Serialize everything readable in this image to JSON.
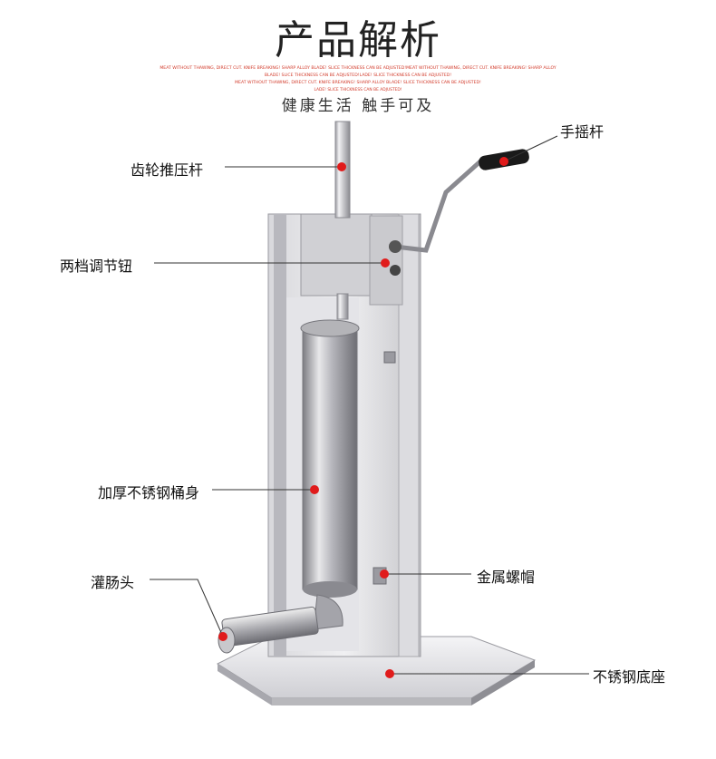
{
  "heading": "产品解析",
  "fine_print": [
    "MEAT WITHOUT THAWING, DIRECT CUT. KNIFE BREAKING! SHARP ALLOY BLADE! SLICE THICKNESS CAN BE ADJUSTED!MEAT WITHOUT THAWING, DIRECT CUT. KNIFE BREAKING! SHARP ALLOY",
    "BLADE! SLICE THICKNESS CAN BE ADJUSTED!LADE! SLICE THICKNESS CAN BE ADJUSTED!",
    "MEAT WITHOUT THAWING, DIRECT CUT. KNIFE BREAKING! SHARP ALLOY BLADE! SLICE THICKNESS CAN BE ADJUSTED!",
    "LADE! SLICE THICKNESS CAN BE ADJUSTED!"
  ],
  "slogan": "健康生活 触手可及",
  "labels": {
    "crank_handle": "手摇杆",
    "gear_push_rod": "齿轮推压杆",
    "two_speed_knob": "两档调节钮",
    "thick_barrel": "加厚不锈钢桶身",
    "metal_nut": "金属螺帽",
    "stuffing_nozzle": "灌肠头",
    "stainless_base": "不锈钢底座"
  },
  "colors": {
    "accent_dot": "#e01b1b",
    "fine_print": "#d23a2a",
    "leader_line": "#333333",
    "steel_light": "#e6e6e8",
    "steel_dark": "#8a8a90"
  }
}
